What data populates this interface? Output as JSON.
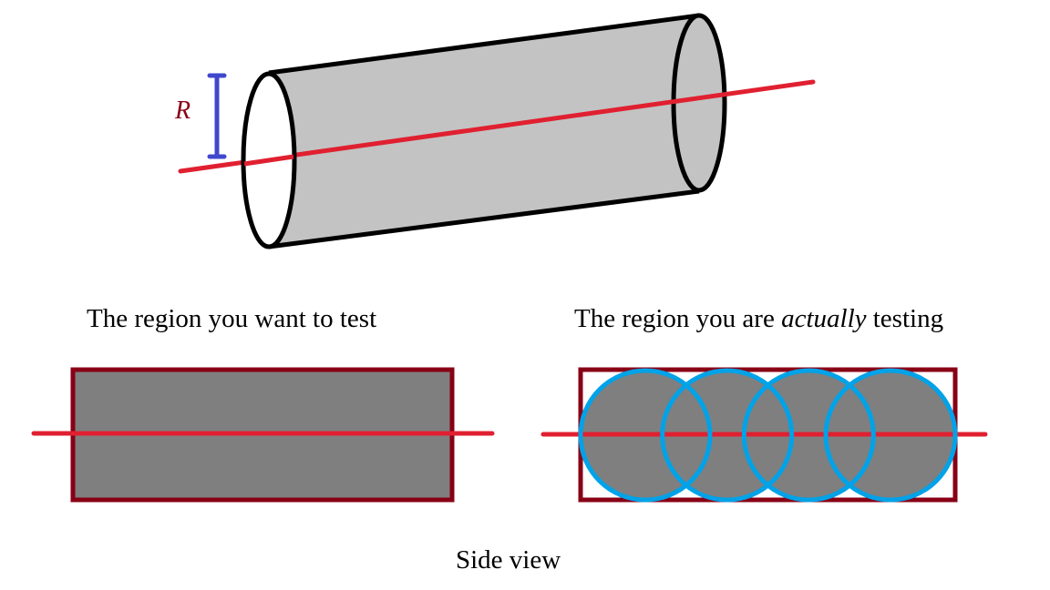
{
  "labels": {
    "radius": "R",
    "left_title": "The region you want to test",
    "right_title_before": "The region you are ",
    "right_title_emph": "actually",
    "right_title_after": " testing",
    "footer": "Side view"
  },
  "colors": {
    "axis_line": "#e02030",
    "cylinder_fill": "#c3c3c3",
    "outline": "#000000",
    "radius_marker": "#3f48cc",
    "radius_text": "#880015",
    "region_fill": "#7f7f7f",
    "region_border": "#880015",
    "circle_stroke": "#00a2e8"
  },
  "circles_count": 4
}
